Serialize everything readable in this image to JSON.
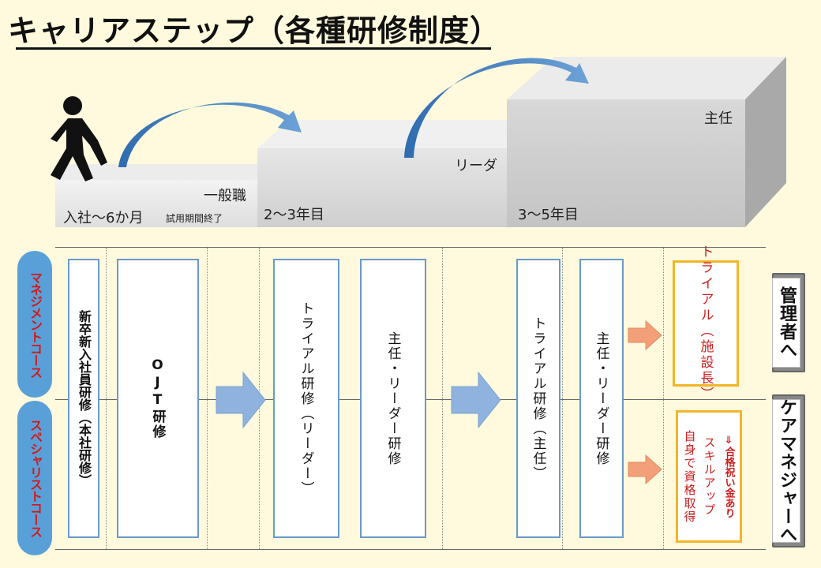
{
  "title": "キャリアステップ（各種研修制度）",
  "steps": {
    "step1": {
      "role": "一般職",
      "period": "入社〜6か月",
      "note": "試用期間終了"
    },
    "step2": {
      "role": "リーダ",
      "period": "2〜3年目"
    },
    "step3": {
      "role": "主任",
      "period": "3〜5年目"
    }
  },
  "courses": {
    "management": "マネジメントコース",
    "specialist": "スペシャリストコース"
  },
  "trainings": {
    "new_hire": "新卒新入社員研修（本社研修）",
    "ojt": "OJT研修",
    "trial_leader": "トライアル研修（リーダー）",
    "leader_training": "主任・リーダー研修",
    "trial_chief": "トライアル研修（主任）",
    "leader_training2": "主任・リーダー研修"
  },
  "outcomes": {
    "trial_director": "トライアル（施設長）",
    "skill_up_line1": "自身で資格取得",
    "skill_up_line2": "スキルアップ",
    "bonus": "⇓合格祝い金あり"
  },
  "destinations": {
    "manager": "管理者へ",
    "care_manager": "ケアマネジャーへ"
  },
  "colors": {
    "background": "#fffadd",
    "course_pill": "#5aa0d8",
    "box_border": "#6a9ac9",
    "outcome_border": "#f2b52a",
    "red_text": "#cc1f1f",
    "big_arrow": "#8fb3de",
    "small_arrow": "#f3a07a"
  }
}
